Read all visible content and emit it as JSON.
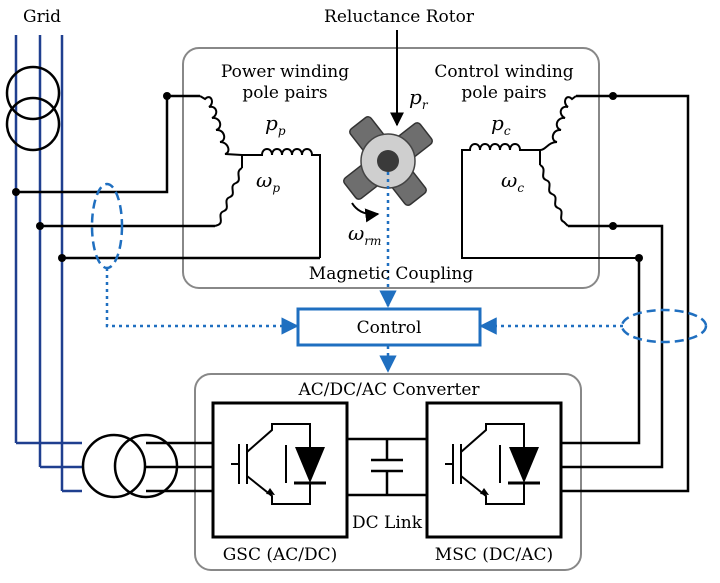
{
  "labels": {
    "grid": "Grid",
    "rotor": "Reluctance Rotor",
    "power_winding_line1": "Power winding",
    "power_winding_line2": "pole pairs",
    "control_winding_line1": "Control winding",
    "control_winding_line2": "pole pairs",
    "magnetic_coupling": "Magnetic Coupling",
    "control": "Control",
    "converter": "AC/DC/AC Converter",
    "dc_link": "DC Link",
    "gsc": "GSC (AC/DC)",
    "msc": "MSC (DC/AC)"
  },
  "symbols": {
    "pp_base": "p",
    "pp_sub": "p",
    "pc_base": "p",
    "pc_sub": "c",
    "pr_base": "p",
    "pr_sub": "r",
    "wp_base": "ω",
    "wp_sub": "p",
    "wc_base": "ω",
    "wc_sub": "c",
    "wrm_base": "ω",
    "wrm_sub": "rm"
  },
  "colors": {
    "grid_line": "#1f3f8f",
    "signal": "#1f6fc0",
    "outline": "#888888",
    "ink": "#000000"
  }
}
